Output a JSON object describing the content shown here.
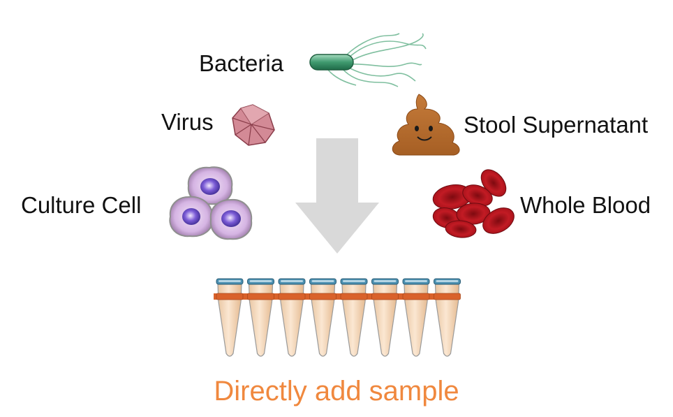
{
  "labels": {
    "bacteria": "Bacteria",
    "virus": "Virus",
    "stool": "Stool Supernatant",
    "culture_cell": "Culture Cell",
    "whole_blood": "Whole Blood"
  },
  "caption": "Directly add sample",
  "colors": {
    "caption": "#f0883e",
    "arrow": "#d9d9d9",
    "tube_body": "#f7dcc0",
    "tube_cap": "#4a8fb0",
    "tube_band": "#d9622b",
    "bacteria": "#3f9a6f",
    "virus": "#d38a96",
    "stool": "#b46a2c",
    "blood": "#b3121c",
    "cell": "#c9a6d9"
  },
  "tubes": {
    "count": 8
  }
}
